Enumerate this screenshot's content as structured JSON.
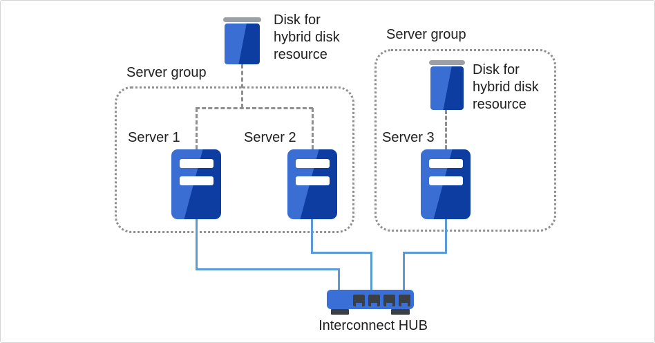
{
  "title": "Cluster server group diagram",
  "colors": {
    "icon-light": "#3a6ed3",
    "icon-dark": "#0e3da1",
    "hub-blue": "#3b6fd8",
    "line-blue": "#5b9bd5",
    "dash-gray": "#8f8f8f",
    "dot-gray": "#909090",
    "cap-gray": "#9aa0a6",
    "port-dark": "#3a3f44",
    "text": "#202020",
    "frame": "#d4d4d4"
  },
  "groups": [
    {
      "label": "Server group"
    },
    {
      "label": "Server group"
    }
  ],
  "servers": [
    {
      "label": "Server 1"
    },
    {
      "label": "Server 2"
    },
    {
      "label": "Server 3"
    }
  ],
  "disks": [
    {
      "label": "Disk for hybrid disk resource"
    },
    {
      "label": "Disk for hybrid disk resource"
    }
  ],
  "hub": {
    "label": "Interconnect HUB"
  },
  "icons": [
    "server-icon",
    "disk-icon",
    "hub-icon"
  ]
}
